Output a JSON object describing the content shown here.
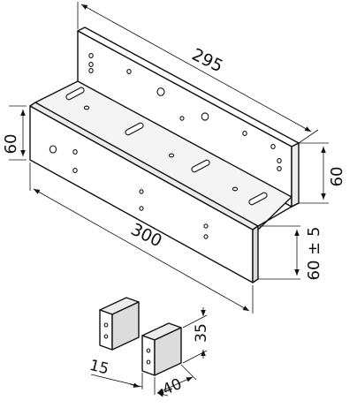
{
  "dimensions": {
    "bracket_length_top": "295",
    "bracket_length_bottom": "300",
    "left_flange_height": "60",
    "right_flange_height": "60",
    "adjustable_height": "60 ± 5",
    "spacer_height": "35",
    "spacer_depth": "15",
    "spacer_width": "40"
  },
  "colors": {
    "line": "#111111",
    "face_light": "#ffffff",
    "face_mid": "#f2f2f2",
    "face_dark": "#dcdcdc"
  }
}
